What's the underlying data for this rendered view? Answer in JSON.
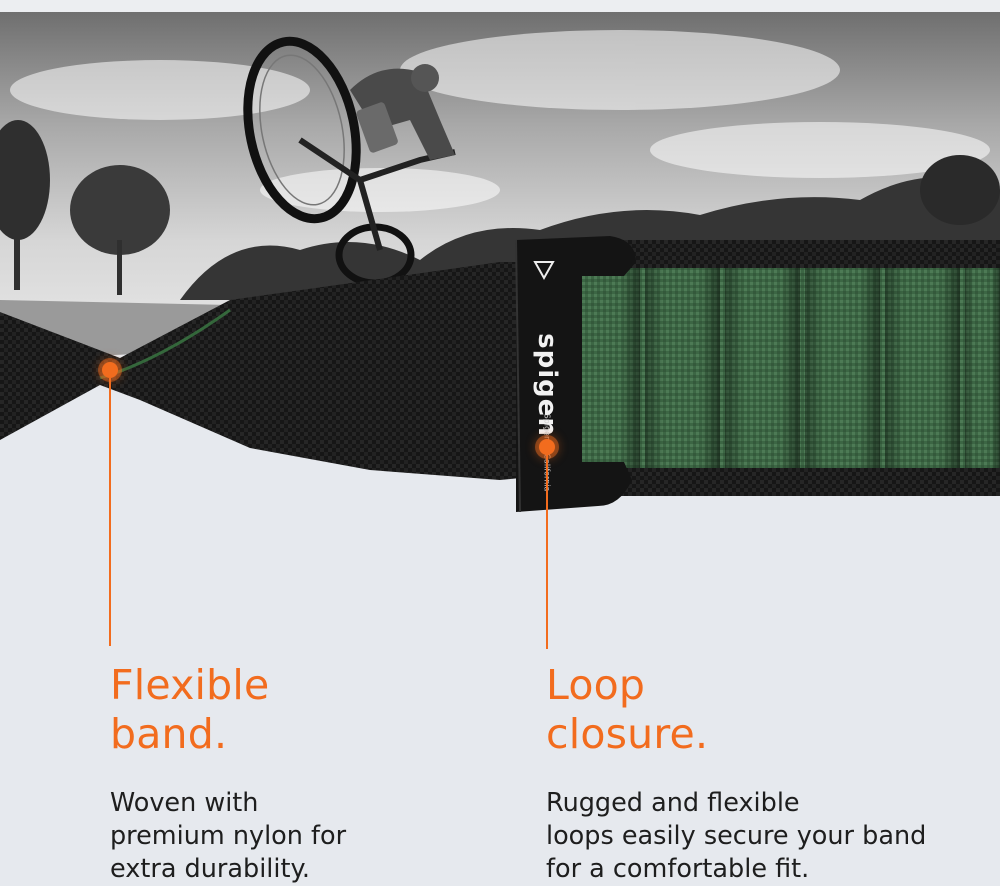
{
  "brand": {
    "logo_text": "spigen",
    "tagline": "Spigen in California",
    "accent_color": "#f26c1e",
    "band_color": "#3f6b47",
    "strap_color": "#1a1a1a"
  },
  "hero": {
    "photo_description_icon": "bmx-rider-photo",
    "buckle_icon": "triangle-icon"
  },
  "features": [
    {
      "title_line1": "Flexible",
      "title_line2": "band.",
      "desc_line1": "Woven with",
      "desc_line2": "premium nylon for",
      "desc_line3": "extra durability."
    },
    {
      "title_line1": "Loop",
      "title_line2": "closure.",
      "desc_line1": "Rugged and flexible",
      "desc_line2": "loops easily secure your band",
      "desc_line3": "for a comfortable fit."
    }
  ]
}
